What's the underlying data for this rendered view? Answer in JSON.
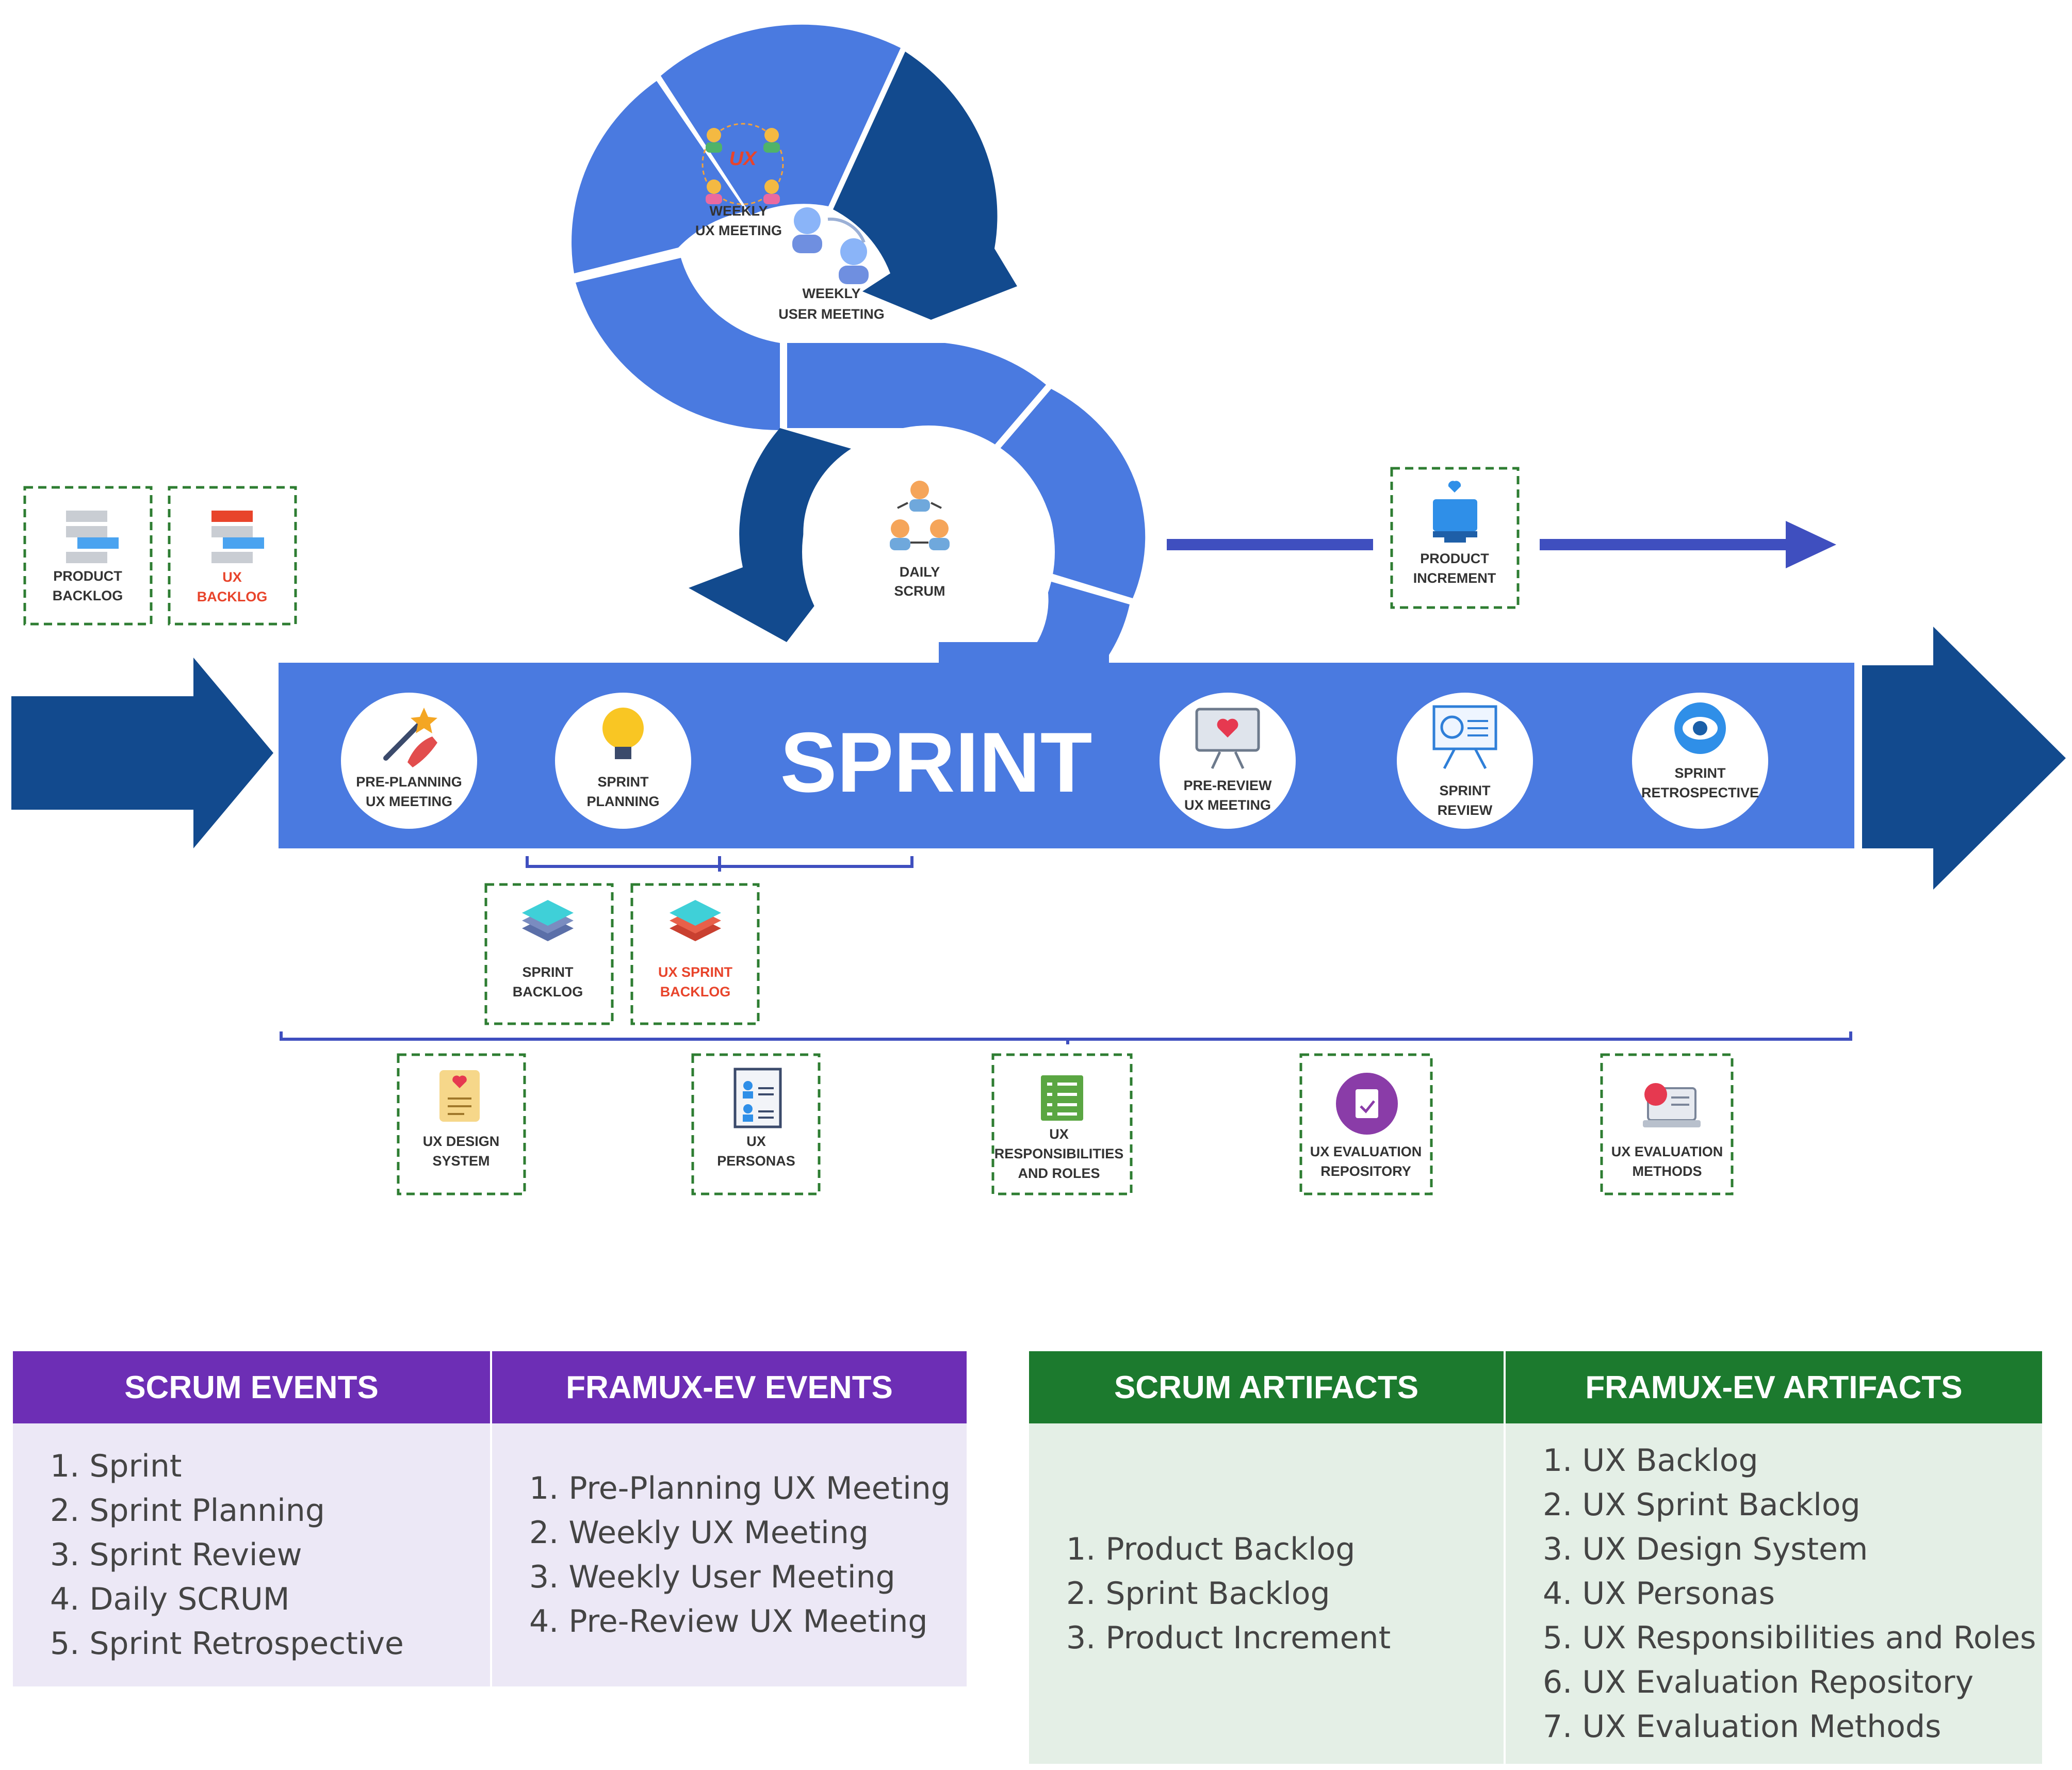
{
  "sprint_title": "SPRINT",
  "cycle": {
    "weekly_ux_meeting": [
      "WEEKLY",
      "UX MEETING"
    ],
    "ux_logo": "UX",
    "weekly_user_meeting": [
      "WEEKLY",
      "USER MEETING"
    ],
    "daily_scrum": [
      "DAILY",
      "SCRUM"
    ]
  },
  "backlogs": {
    "product_backlog": [
      "PRODUCT",
      "BACKLOG"
    ],
    "ux_backlog": [
      "UX",
      "BACKLOG"
    ]
  },
  "product_increment": [
    "PRODUCT",
    "INCREMENT"
  ],
  "sprint_events": {
    "pre_planning": [
      "PRE-PLANNING",
      "UX MEETING"
    ],
    "sprint_planning": [
      "SPRINT",
      "PLANNING"
    ],
    "pre_review": [
      "PRE-REVIEW",
      "UX MEETING"
    ],
    "sprint_review": [
      "SPRINT",
      "REVIEW"
    ],
    "sprint_retrospective": [
      "SPRINT",
      "RETROSPECTIVE"
    ]
  },
  "sprint_backlogs": {
    "sprint_backlog": [
      "SPRINT",
      "BACKLOG"
    ],
    "ux_sprint_backlog": [
      "UX SPRINT",
      "BACKLOG"
    ]
  },
  "artifacts_row": {
    "ux_design_system": [
      "UX DESIGN",
      "SYSTEM"
    ],
    "ux_personas": [
      "UX",
      "PERSONAS"
    ],
    "ux_responsibilities": [
      "UX",
      "RESPONSIBILITIES",
      "AND ROLES"
    ],
    "ux_evaluation_repository": [
      "UX EVALUATION",
      "REPOSITORY"
    ],
    "ux_evaluation_methods": [
      "UX EVALUATION",
      "METHODS"
    ]
  },
  "colors": {
    "main_blue": "#4a7ae0",
    "dark_blue": "#124a8e",
    "events_header": "#6d2eb5",
    "artifacts_header": "#1c7a2e",
    "dashed_box": "#2e7d32",
    "ux_red": "#e8442b"
  },
  "tables": {
    "scrum_events": {
      "header": "SCRUM EVENTS",
      "items": [
        "1. Sprint",
        "2. Sprint Planning",
        "3. Sprint Review",
        "4. Daily SCRUM",
        "5. Sprint Retrospective"
      ]
    },
    "framux_events": {
      "header": "FRAMUX-EV EVENTS",
      "items": [
        "1. Pre-Planning UX Meeting",
        "2. Weekly UX Meeting",
        "3. Weekly User Meeting",
        "4. Pre-Review UX Meeting"
      ]
    },
    "scrum_artifacts": {
      "header": "SCRUM ARTIFACTS",
      "items": [
        "1. Product Backlog",
        "2. Sprint Backlog",
        "3. Product Increment"
      ]
    },
    "framux_artifacts": {
      "header": "FRAMUX-EV ARTIFACTS",
      "items": [
        "1. UX Backlog",
        "2. UX Sprint Backlog",
        "3. UX Design System",
        "4. UX Personas",
        "5. UX Responsibilities and Roles",
        "6. UX Evaluation Repository",
        "7. UX Evaluation Methods"
      ]
    }
  }
}
